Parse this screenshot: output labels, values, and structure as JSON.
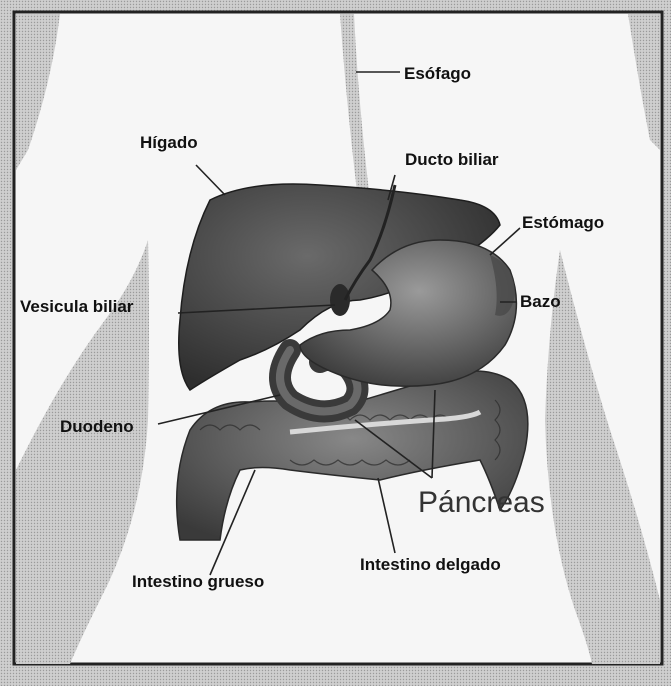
{
  "labels": {
    "esofago": "Esófago",
    "higado": "Hígado",
    "ducto_biliar": "Ducto biliar",
    "estomago": "Estómago",
    "vesicula_biliar": "Vesicula biliar",
    "bazo": "Bazo",
    "duodeno": "Duodeno",
    "pancreas": "Páncreas",
    "intestino_delgado": "Intestino delgado",
    "intestino_grueso": "Intestino grueso"
  },
  "colors": {
    "frame_bg": "#f4f4f4",
    "body_outline": "#d4d4d4",
    "liver": "#4a4a4a",
    "stomach": "#6a6a6a",
    "intestine": "#5c5c5c",
    "border": "#222222"
  }
}
